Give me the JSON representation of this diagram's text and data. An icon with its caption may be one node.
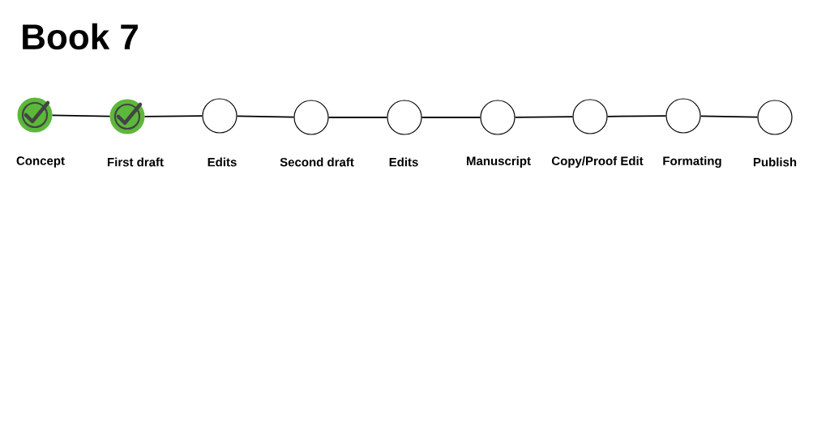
{
  "diagram": {
    "title": "Book 7",
    "nodes": [
      {
        "text": [],
        "shape": "checkmark",
        "beside": [
          "Concept"
        ]
      },
      {
        "text": [],
        "shape": "checkmark",
        "beside": [
          "First draft"
        ]
      },
      {
        "text": [],
        "shape": "circle",
        "beside": [
          "Edits"
        ]
      },
      {
        "text": [],
        "shape": "circle",
        "beside": [
          "Second draft"
        ]
      },
      {
        "text": [],
        "shape": "circle",
        "beside": [
          "Edits"
        ]
      },
      {
        "text": [],
        "shape": "circle",
        "beside": [
          "Manuscript"
        ]
      },
      {
        "text": [],
        "shape": "circle",
        "beside": [
          "Copy/Proof Edit"
        ]
      },
      {
        "text": [],
        "shape": "circle",
        "beside": [
          "Formating"
        ]
      },
      {
        "text": [],
        "shape": "circle",
        "beside": [
          "Publish"
        ]
      }
    ],
    "edges": [
      {
        "from": 0,
        "to": 1,
        "arrow": "none"
      },
      {
        "from": 1,
        "to": 2,
        "arrow": "none"
      },
      {
        "from": 2,
        "to": 3,
        "arrow": "none"
      },
      {
        "from": 3,
        "to": 4,
        "arrow": "none"
      },
      {
        "from": 4,
        "to": 5,
        "arrow": "none"
      },
      {
        "from": 5,
        "to": 6,
        "arrow": "none"
      },
      {
        "from": 6,
        "to": 7,
        "arrow": "none"
      },
      {
        "from": 7,
        "to": 8,
        "arrow": "none"
      }
    ]
  }
}
